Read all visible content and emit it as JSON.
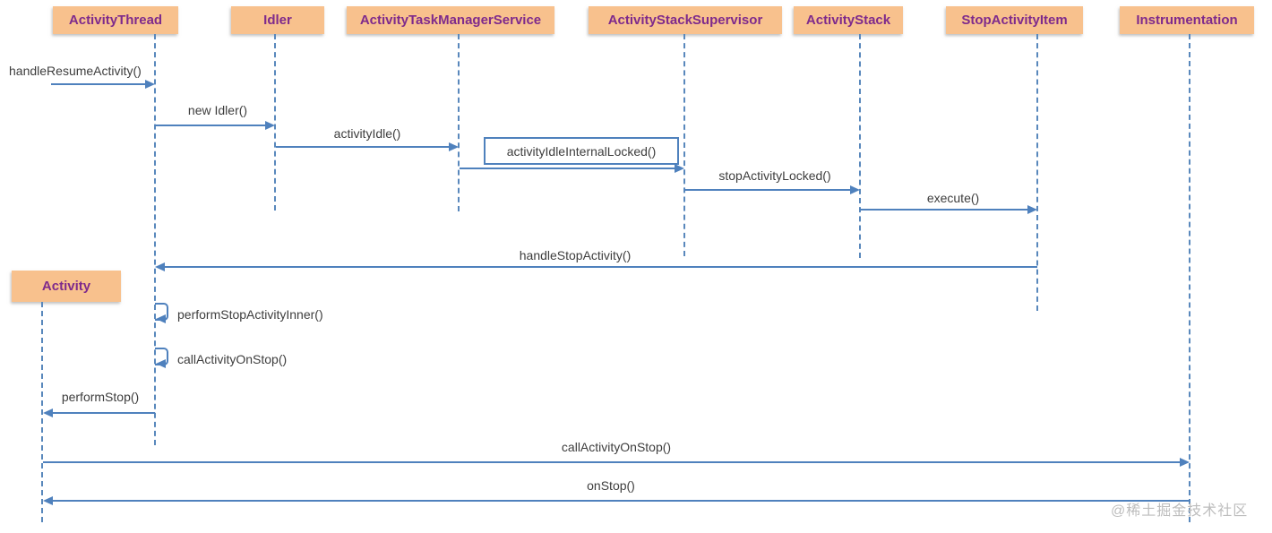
{
  "diagram_type": "uml-sequence-diagram",
  "participants": [
    {
      "label": "ActivityThread"
    },
    {
      "label": "Idler"
    },
    {
      "label": "ActivityTaskManagerService"
    },
    {
      "label": "ActivityStackSupervisor"
    },
    {
      "label": "ActivityStack"
    },
    {
      "label": "StopActivityItem"
    },
    {
      "label": "Instrumentation"
    },
    {
      "label": "Activity"
    }
  ],
  "messages": [
    {
      "label": "handleResumeActivity()",
      "from": null,
      "to": "ActivityThread",
      "style": "solid-arrow-right"
    },
    {
      "label": "new Idler()",
      "from": "ActivityThread",
      "to": "Idler",
      "style": "solid-arrow-right"
    },
    {
      "label": "activityIdle()",
      "from": "Idler",
      "to": "ActivityTaskManagerService",
      "style": "solid-arrow-right"
    },
    {
      "label": "activityIdleInternalLocked()",
      "from": "ActivityTaskManagerService",
      "to": "ActivityStackSupervisor",
      "style": "framed-label-arrow-right"
    },
    {
      "label": "stopActivityLocked()",
      "from": "ActivityStackSupervisor",
      "to": "ActivityStack",
      "style": "solid-arrow-right"
    },
    {
      "label": "execute()",
      "from": "ActivityStack",
      "to": "StopActivityItem",
      "style": "solid-arrow-right"
    },
    {
      "label": "handleStopActivity()",
      "from": "StopActivityItem",
      "to": "ActivityThread",
      "style": "solid-arrow-left"
    },
    {
      "label": "performStopActivityInner()",
      "from": "ActivityThread",
      "to": "ActivityThread",
      "style": "self-message"
    },
    {
      "label": "callActivityOnStop()",
      "from": "ActivityThread",
      "to": "ActivityThread",
      "style": "self-message"
    },
    {
      "label": "performStop()",
      "from": "ActivityThread",
      "to": "Activity",
      "style": "solid-arrow-left"
    },
    {
      "label": "callActivityOnStop()",
      "from": "Activity",
      "to": "Instrumentation",
      "style": "solid-arrow-right"
    },
    {
      "label": "onStop()",
      "from": "Instrumentation",
      "to": "Activity",
      "style": "solid-arrow-left"
    }
  ],
  "watermark": "@稀土掘金技术社区",
  "colors": {
    "participant_fill": "#F8C18D",
    "participant_text": "#7E2A8C",
    "arrow": "#4F81BD",
    "label_text": "#3D3D3D",
    "watermark": "#BDBDBD"
  }
}
